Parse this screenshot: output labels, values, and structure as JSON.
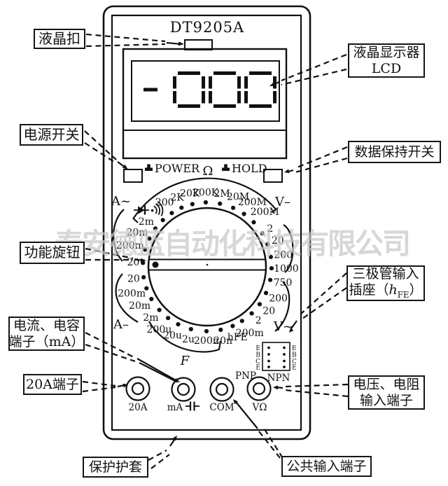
{
  "watermark": "泰安德蓝自动化科技有限公司",
  "device": {
    "model": "DT9205A",
    "lcd_value": "-000",
    "power_label": "POWER",
    "hold_label": "HOLD",
    "ohm_symbol": "Ω"
  },
  "icons": {
    "power_button": "push-button",
    "hold_button": "push-button",
    "diode": "diode-test",
    "buzzer": "continuity-buzzer",
    "capacitor": "capacitor"
  },
  "dial": {
    "section_labels": {
      "ac_current": "A~",
      "dc_voltage": "V–",
      "dc_current": "A–",
      "ac_voltage": "V~",
      "capacitance": "F",
      "hfe": "hFE"
    },
    "positions": [
      {
        "label": "",
        "angle": 133.5
      },
      {
        "label": "2m",
        "angle": 143.5
      },
      {
        "label": "20m",
        "angle": 154
      },
      {
        "label": "200m",
        "angle": 164.5
      },
      {
        "label": "20",
        "angle": 176.5
      },
      {
        "label": "20",
        "angle": 189.3
      },
      {
        "label": "200m",
        "angle": 199.5
      },
      {
        "label": "20m",
        "angle": 210
      },
      {
        "label": "2m",
        "angle": 222
      },
      {
        "label": "200u",
        "angle": 232.6
      },
      {
        "label": "20u",
        "angle": 243.2
      },
      {
        "label": "2u",
        "angle": 255.4
      },
      {
        "label": "200n",
        "angle": 269.4
      },
      {
        "label": "20n",
        "angle": 282.1
      },
      {
        "label": "hFE",
        "angle": 293.3
      },
      {
        "label": "200m",
        "angle": 302.8
      },
      {
        "label": "2",
        "angle": 313.7
      },
      {
        "label": "20",
        "angle": 324.5
      },
      {
        "label": "200",
        "angle": 336
      },
      {
        "label": "750",
        "angle": 348.3
      },
      {
        "label": "1000",
        "angle": 358.7
      },
      {
        "label": "200",
        "angle": 8.8
      },
      {
        "label": "20",
        "angle": 20.4
      },
      {
        "label": "2",
        "angle": 31.3
      },
      {
        "label": "200M",
        "angle": 43.7
      },
      {
        "label": "200M",
        "angle": 55.1
      },
      {
        "label": "20M",
        "angle": 66.2
      },
      {
        "label": "2M",
        "angle": 78.6
      },
      {
        "label": "200K",
        "angle": 91.3
      },
      {
        "label": "20K",
        "angle": 103.3
      },
      {
        "label": "2K",
        "angle": 113.5
      },
      {
        "label": "200",
        "angle": 123.4
      }
    ]
  },
  "terminals": {
    "t20a": "20A",
    "ma": "mA",
    "com": "COM",
    "vohm": "VΩ"
  },
  "socket": {
    "pnp": "PNP",
    "npn": "NPN",
    "left_pins": [
      "E",
      "B",
      "C",
      "E"
    ],
    "right_pins": [
      "E",
      "B",
      "C",
      "E"
    ]
  },
  "callouts": {
    "lcd_clip": "液晶扣",
    "power_switch": "电源开关",
    "function_knob": "功能旋钮",
    "current_cap_line1": "电流、电容",
    "current_cap_line2": "端子（mA）",
    "t20a": "20A端子",
    "lcd_line1": "液晶显示器",
    "lcd_line2": "LCD",
    "data_hold": "数据保持开关",
    "hfe_line1": "三极管输入",
    "hfe_pre": "插座（",
    "hfe_h": "h",
    "hfe_sub": "FE",
    "hfe_post": "）",
    "vr_line1": "电压、电阻",
    "vr_line2": "输入端子",
    "sleeve": "保护护套",
    "common": "公共输入端子"
  }
}
